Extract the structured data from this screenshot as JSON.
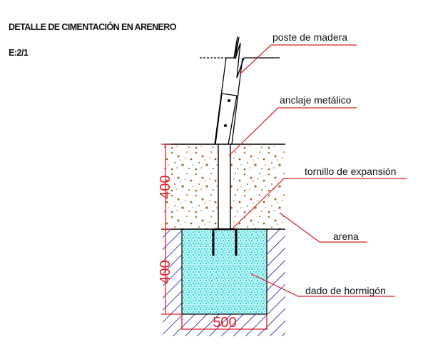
{
  "header": {
    "title": "DETALLE DE CIMENTACIÓN EN ARENERO",
    "scale": "E:2/1"
  },
  "labels": {
    "post": "poste de madera",
    "anchor": "anclaje metálico",
    "bolt": "tornillo de expansión",
    "sand": "arena",
    "concrete": "dado de hormigón"
  },
  "dimensions": {
    "sand_depth": "400",
    "concrete_depth": "400",
    "concrete_width": "500"
  },
  "colors": {
    "leader": "#d42020",
    "dimension": "#e02020",
    "sand_speckle": "#b5652d",
    "concrete_fill": "#3fd9dc",
    "hatch": "#1a1aa8",
    "line": "#000000"
  }
}
